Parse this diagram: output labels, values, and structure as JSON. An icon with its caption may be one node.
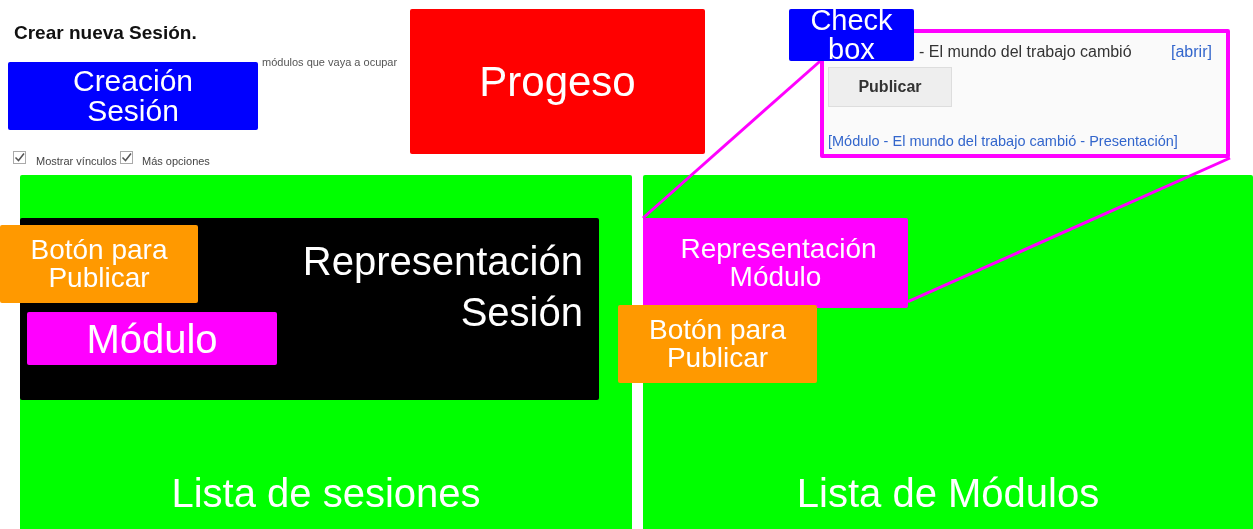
{
  "diagram": {
    "nodes": [
      {
        "text": [
          "Creación Sesión"
        ]
      },
      {
        "text": [
          "Progeso"
        ]
      },
      {
        "text": [
          "Check box"
        ]
      },
      {
        "text": [
          "- El mundo del trabajo cambió",
          "[abrir]",
          "Publicar",
          "[Módulo - El mundo del trabajo cambió - Presentación]"
        ]
      },
      {
        "text": [
          "Lista de sesiones"
        ]
      },
      {
        "text": [
          "Representación Sesión"
        ],
        "in": 4
      },
      {
        "text": [
          "Botón para Publicar"
        ]
      },
      {
        "text": [
          "Módulo"
        ],
        "in": 5
      },
      {
        "text": [
          "Lista de Módulos"
        ]
      },
      {
        "text": [
          "Representación Módulo"
        ],
        "in": 8
      },
      {
        "text": [
          "Botón para Publicar"
        ]
      }
    ],
    "edges": [
      {
        "from": 9,
        "to": 3,
        "arrow": "none"
      },
      {
        "from": 9,
        "to": 3,
        "arrow": "none"
      }
    ],
    "labels": [
      "Crear nueva Sesión.",
      "módulos que vaya a ocupar",
      "Mostrar vínculos",
      "Más opciones"
    ]
  }
}
